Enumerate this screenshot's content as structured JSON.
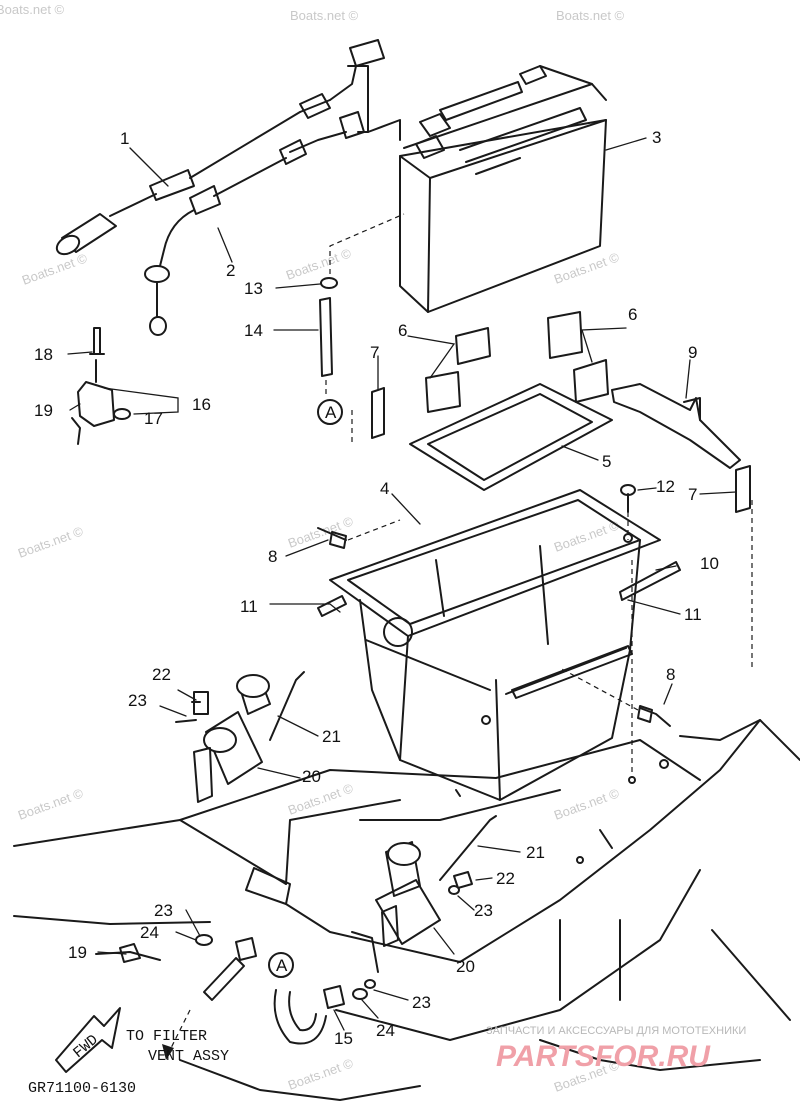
{
  "watermark": "Boats.net ©",
  "callouts": {
    "c1": "1",
    "c2": "2",
    "c3": "3",
    "c4": "4",
    "c5": "5",
    "c6a": "6",
    "c6b": "6",
    "c7a": "7",
    "c7b": "7",
    "c8a": "8",
    "c8b": "8",
    "c9": "9",
    "c10": "10",
    "c11a": "11",
    "c11b": "11",
    "c12": "12",
    "c13": "13",
    "c14": "14",
    "c15": "15",
    "c16": "16",
    "c17": "17",
    "c18": "18",
    "c19a": "19",
    "c19b": "19",
    "c20a": "20",
    "c20b": "20",
    "c21a": "21",
    "c21b": "21",
    "c22a": "22",
    "c22b": "22",
    "c23a": "23",
    "c23b": "23",
    "c23c": "23",
    "c23d": "23",
    "c24a": "24",
    "c24b": "24",
    "markerA1": "A",
    "markerA2": "A"
  },
  "fwd_label": "FWD",
  "filter_note": {
    "line1": "TO FILTER",
    "line2": "VENT ASSY"
  },
  "diagram_ref": "GR71100-6130",
  "brand": {
    "tagline": "ЗАПЧАСТИ И АКСЕССУАРЫ ДЛЯ МОТОТЕХНИКИ",
    "name_main": "PARTS",
    "name_for": "FOR",
    "name_tld": ".RU",
    "color": "#f0a0a8"
  }
}
